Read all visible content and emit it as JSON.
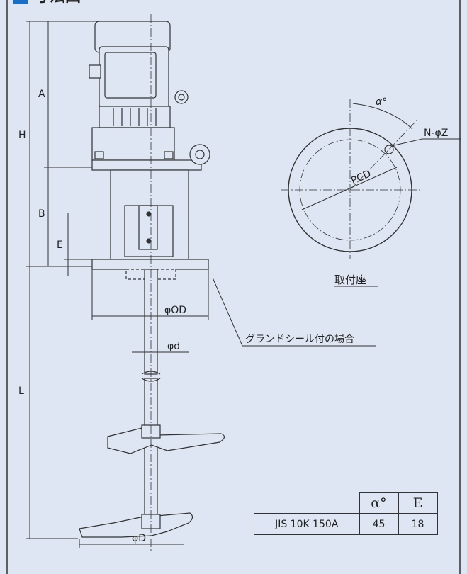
{
  "header": {
    "title_visible": "寸法図"
  },
  "dimensions": {
    "A": "A",
    "B": "B",
    "H": "H",
    "E": "E",
    "L": "L",
    "phiOD": "φOD",
    "phid": "φd",
    "phiD": "φD"
  },
  "flange": {
    "alpha": "α°",
    "nz": "N-φZ",
    "pcd": "PCD",
    "caption": "取付座"
  },
  "note": {
    "gland_seal": "グランドシール付の場合"
  },
  "table": {
    "col_alpha": "α°",
    "col_e": "E",
    "row_label": "JIS 10K 150A",
    "alpha_value": "45",
    "e_value": "18"
  },
  "colors": {
    "background": "#dde6f2",
    "accent": "#1a6fc4",
    "line": "#333333"
  }
}
